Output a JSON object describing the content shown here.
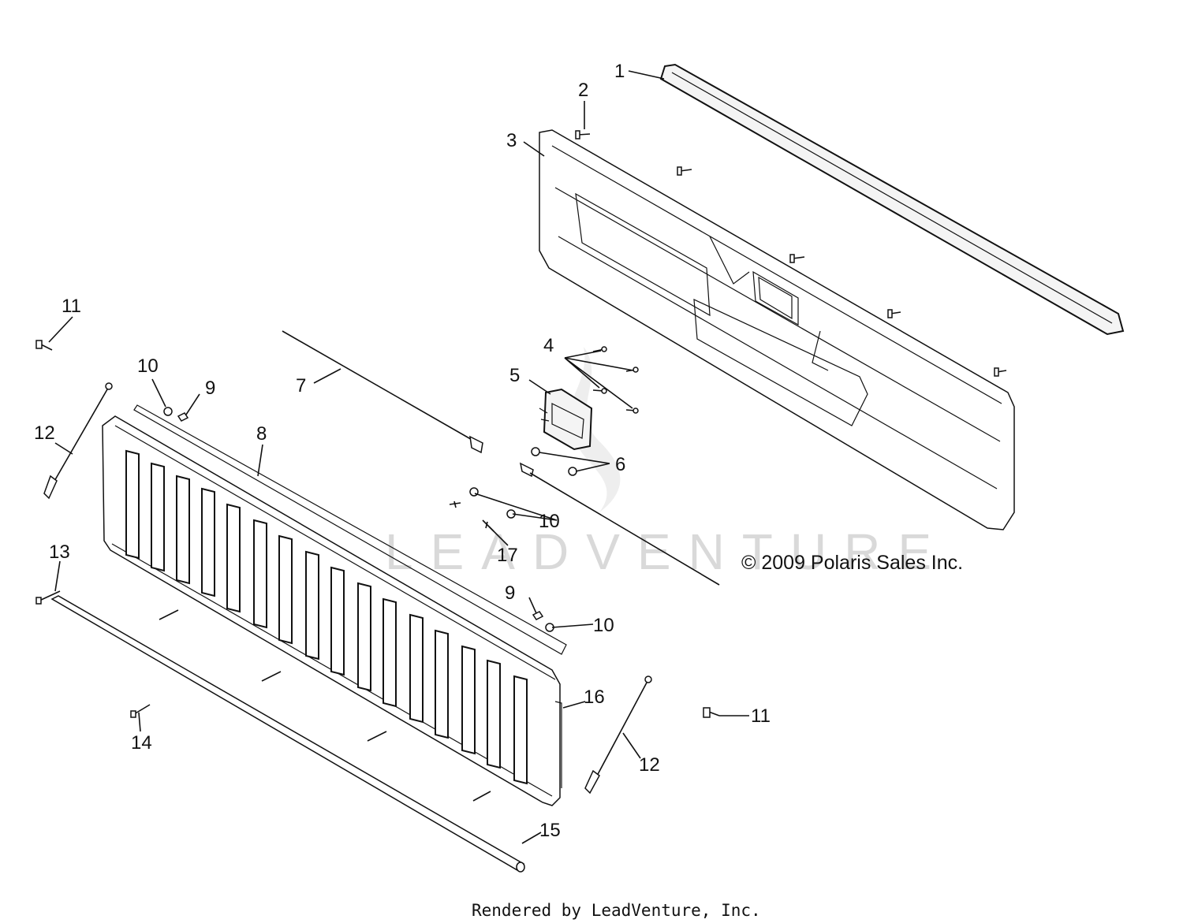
{
  "copyright": "© 2009 Polaris Sales Inc.",
  "footer": "Rendered by LeadVenture, Inc.",
  "watermark": "LEADVENTURE",
  "colors": {
    "ink": "#111111",
    "watermark": "#d9d9d9",
    "background": "#ffffff"
  },
  "callouts": [
    {
      "id": "c1",
      "label": "1"
    },
    {
      "id": "c2",
      "label": "2"
    },
    {
      "id": "c3",
      "label": "3"
    },
    {
      "id": "c4",
      "label": "4"
    },
    {
      "id": "c5",
      "label": "5"
    },
    {
      "id": "c6",
      "label": "6"
    },
    {
      "id": "c7",
      "label": "7"
    },
    {
      "id": "c8",
      "label": "8"
    },
    {
      "id": "c9a",
      "label": "9"
    },
    {
      "id": "c9b",
      "label": "9"
    },
    {
      "id": "c10a",
      "label": "10"
    },
    {
      "id": "c10b",
      "label": "10"
    },
    {
      "id": "c10c",
      "label": "10"
    },
    {
      "id": "c11a",
      "label": "11"
    },
    {
      "id": "c11b",
      "label": "11"
    },
    {
      "id": "c12a",
      "label": "12"
    },
    {
      "id": "c12b",
      "label": "12"
    },
    {
      "id": "c13",
      "label": "13"
    },
    {
      "id": "c14",
      "label": "14"
    },
    {
      "id": "c15",
      "label": "15"
    },
    {
      "id": "c16",
      "label": "16"
    },
    {
      "id": "c17",
      "label": "17"
    }
  ]
}
